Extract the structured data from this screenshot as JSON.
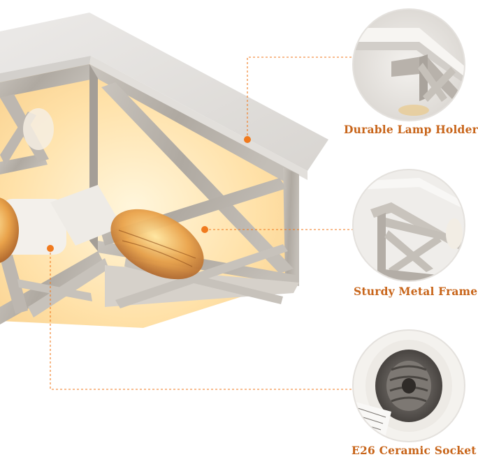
{
  "features": [
    {
      "id": "holder",
      "label": "Durable Lamp Holder"
    },
    {
      "id": "frame",
      "label": "Sturdy Metal Frame"
    },
    {
      "id": "socket",
      "label": "E26 Ceramic Socket"
    }
  ],
  "colors": {
    "accent": "#F07A1E",
    "label_text": "#C8651A",
    "frame_silver": "#B9B3AB",
    "frame_dark": "#8E8882",
    "canopy_white": "#F2F0EE",
    "glow": "#FFE7B5"
  },
  "icons": [
    "callout-dot-icon",
    "zoom-circle-icon"
  ]
}
